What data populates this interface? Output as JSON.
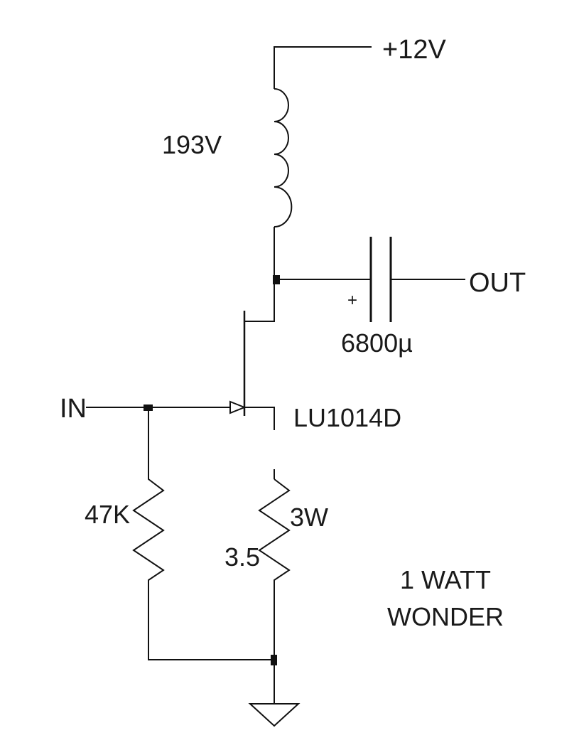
{
  "diagram": {
    "supply_label": "+12V",
    "inductor_label": "193V",
    "output_label": "OUT",
    "capacitor_polarity": "+",
    "capacitor_label": "6800µ",
    "input_label": "IN",
    "transistor_label": "LU1014D",
    "bias_resistor_label": "47K",
    "load_resistor_power": "3W",
    "load_resistor_value": "3.5",
    "title_line1": "1 WATT",
    "title_line2": "WONDER"
  },
  "colors": {
    "ink": "#111111",
    "background": "#ffffff"
  }
}
